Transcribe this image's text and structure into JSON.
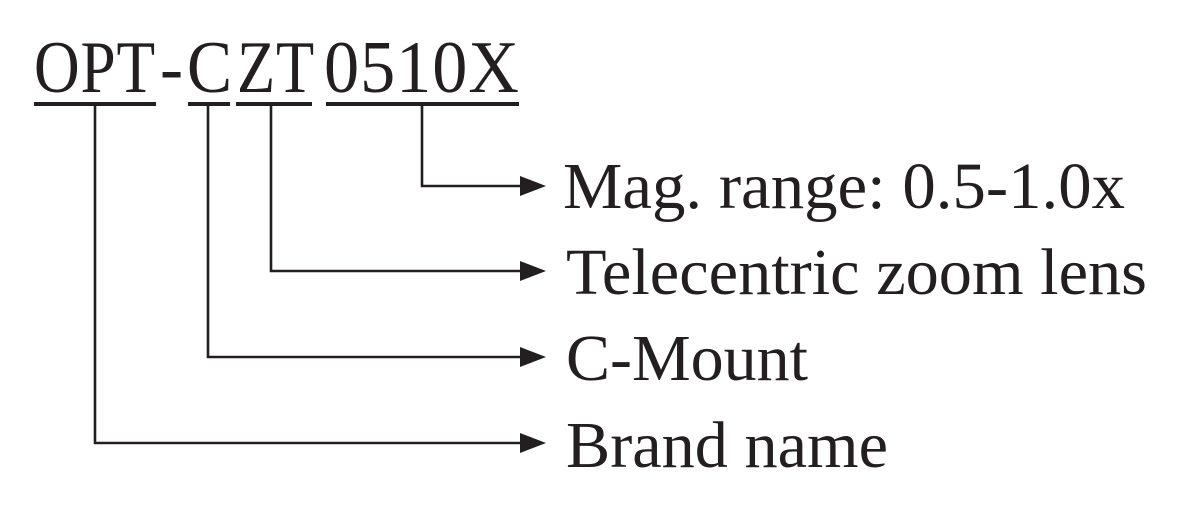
{
  "model_code": {
    "prefix": "OPT",
    "separator": "-",
    "mount": "C",
    "lens_type": "ZT",
    "magnification": "0510X"
  },
  "labels": {
    "magnification": "Mag. range: 0.5-1.0x",
    "lens_type": "Telecentric zoom lens",
    "mount": "C-Mount",
    "prefix": "Brand name"
  },
  "colors": {
    "ink": "#231f20",
    "background": "#ffffff"
  }
}
